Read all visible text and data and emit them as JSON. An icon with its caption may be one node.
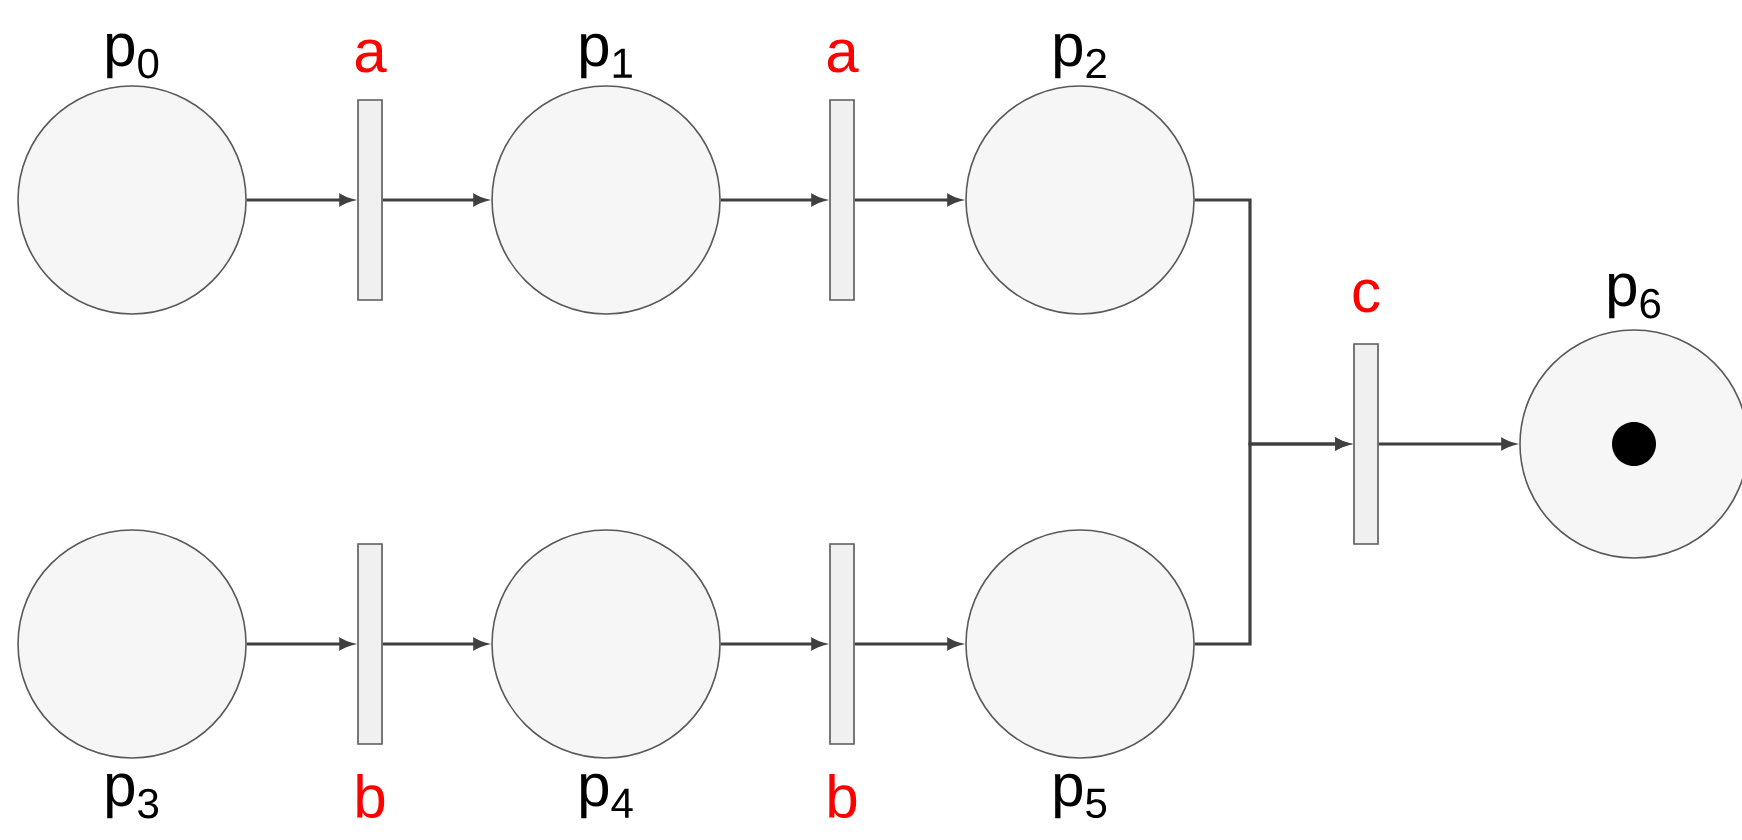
{
  "diagram": {
    "nodes": [
      {
        "text": [],
        "shape": "circle",
        "beside": [
          "p$_{0}$"
        ]
      },
      {
        "text": [],
        "shape": "bar",
        "beside": [
          "a"
        ]
      },
      {
        "text": [],
        "shape": "circle",
        "beside": [
          "p$_{1}$"
        ]
      },
      {
        "text": [],
        "shape": "bar",
        "beside": [
          "a"
        ]
      },
      {
        "text": [],
        "shape": "circle",
        "beside": [
          "p$_{2}$"
        ]
      },
      {
        "text": [],
        "shape": "bar",
        "beside": [
          "c"
        ]
      },
      {
        "text": [],
        "shape": "circle",
        "beside": [
          "p$_{6}$"
        ]
      },
      {
        "text": [],
        "shape": "dot",
        "in": 6
      },
      {
        "text": [],
        "shape": "circle",
        "beside": [
          "p$_{3}$"
        ]
      },
      {
        "text": [],
        "shape": "bar",
        "beside": [
          "b"
        ]
      },
      {
        "text": [],
        "shape": "circle",
        "beside": [
          "p$_{4}$"
        ]
      },
      {
        "text": [],
        "shape": "bar",
        "beside": [
          "b"
        ]
      },
      {
        "text": [],
        "shape": "circle",
        "beside": [
          "p$_{5}$"
        ]
      }
    ],
    "edges": [
      {
        "from": 0,
        "to": 1,
        "arrow": "to"
      },
      {
        "from": 1,
        "to": 2,
        "arrow": "to"
      },
      {
        "from": 2,
        "to": 3,
        "arrow": "to"
      },
      {
        "from": 3,
        "to": 4,
        "arrow": "to"
      },
      {
        "from": 4,
        "to": 5,
        "arrow": "to"
      },
      {
        "from": 8,
        "to": 9,
        "arrow": "to"
      },
      {
        "from": 9,
        "to": 10,
        "arrow": "to"
      },
      {
        "from": 10,
        "to": 11,
        "arrow": "to"
      },
      {
        "from": 11,
        "to": 12,
        "arrow": "to"
      },
      {
        "from": 12,
        "to": 5,
        "arrow": "to"
      },
      {
        "from": 5,
        "to": 6,
        "arrow": "to"
      }
    ]
  }
}
